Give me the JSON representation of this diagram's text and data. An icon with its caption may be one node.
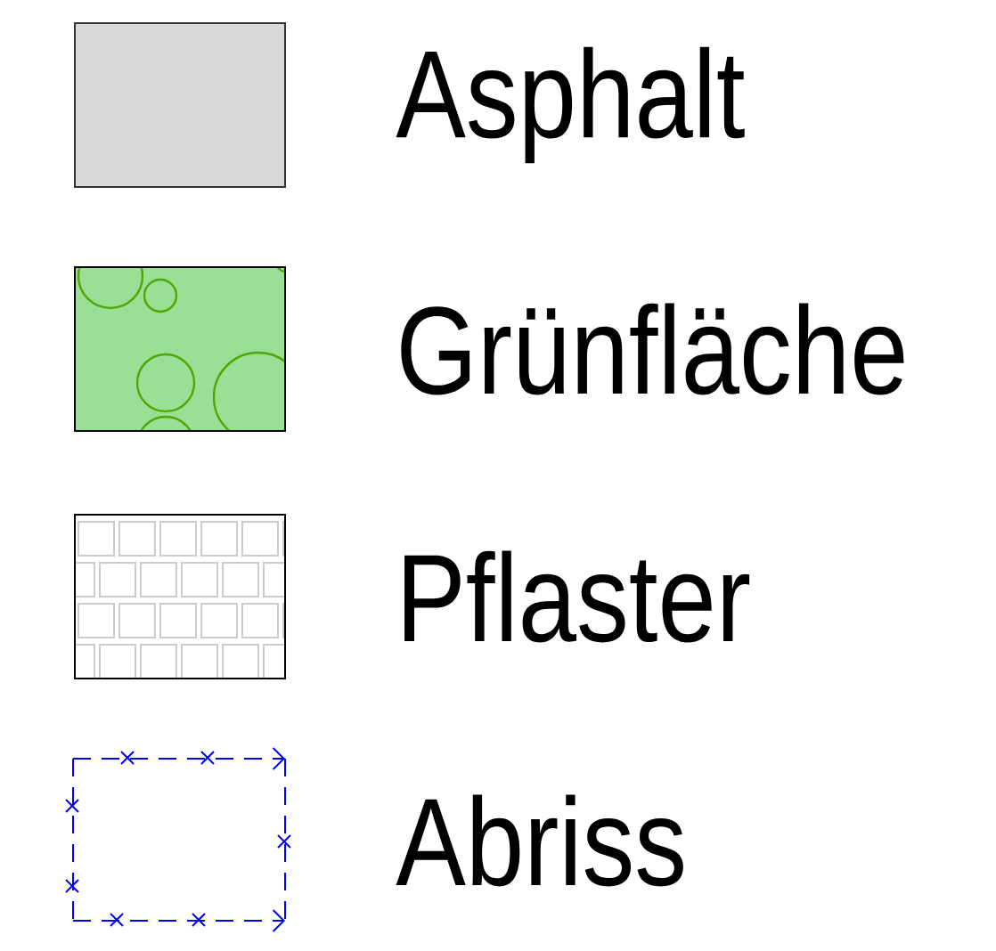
{
  "diagram": {
    "legend": [
      {
        "text": "Asphalt",
        "color": "#d9d9d9"
      },
      {
        "text": "Grünfläche"
      },
      {
        "text": "Pflaster"
      },
      {
        "text": "Abriss"
      }
    ]
  }
}
